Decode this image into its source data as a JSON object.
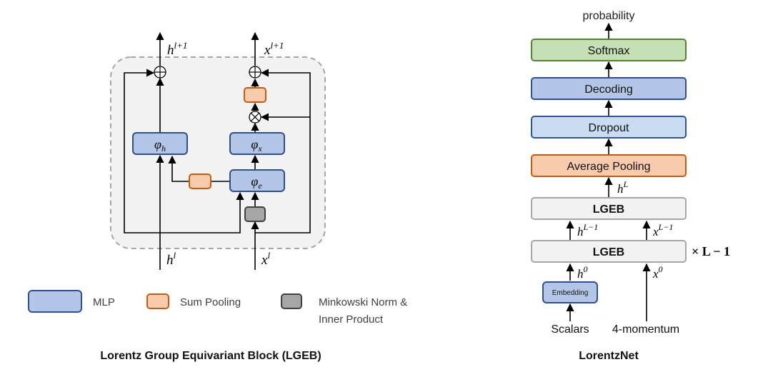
{
  "colors": {
    "mlp_fill": "#b4c6e7",
    "mlp_stroke": "#2f4f8f",
    "pool_fill": "#f8cbad",
    "pool_stroke": "#c55a11",
    "norm_fill": "#a6a6a6",
    "norm_stroke": "#404040",
    "softmax_fill": "#c5e0b4",
    "softmax_stroke": "#548235",
    "dropout_fill": "#c9dcf2",
    "dropout_stroke": "#2f5597",
    "lgeb_fill": "#f2f2f2",
    "lgeb_stroke": "#a6a6a6",
    "block_bg": "#f2f2f2",
    "block_border": "#a6a6a6",
    "line": "#000000"
  },
  "lgeb": {
    "caption": "Lorentz Group Equivariant Block (LGEB)",
    "phi_h": {
      "base": "φ",
      "sub": "h"
    },
    "phi_x": {
      "base": "φ",
      "sub": "x"
    },
    "phi_e": {
      "base": "φ",
      "sub": "e"
    },
    "input_h": {
      "base": "h",
      "sup": "l"
    },
    "input_x": {
      "base": "x",
      "sup": "l"
    },
    "output_h": {
      "base": "h",
      "sup": "l+1"
    },
    "output_x": {
      "base": "x",
      "sup": "l+1"
    },
    "plus_symbol": "⊕",
    "times_symbol": "⊗"
  },
  "legend": {
    "mlp": "MLP",
    "sum_pooling": "Sum Pooling",
    "norm_line1": "Minkowski Norm &",
    "norm_line2": "Inner Product"
  },
  "lorentznet": {
    "caption": "LorentzNet",
    "output_label": "probability",
    "softmax": "Softmax",
    "decoding": "Decoding",
    "dropout": "Dropout",
    "avg_pooling": "Average Pooling",
    "lgeb_top": "LGEB",
    "lgeb_bottom": "LGEB",
    "embedding": "Embedding",
    "repeat_label": "× L − 1",
    "hL": {
      "base": "h",
      "sup": "L"
    },
    "hL1": {
      "base": "h",
      "sup": "L−1"
    },
    "xL1": {
      "base": "x",
      "sup": "L−1"
    },
    "h0": {
      "base": "h",
      "sup": "0"
    },
    "x0": {
      "base": "x",
      "sup": "0"
    },
    "input_scalars": "Scalars",
    "input_momentum": "4-momentum"
  }
}
